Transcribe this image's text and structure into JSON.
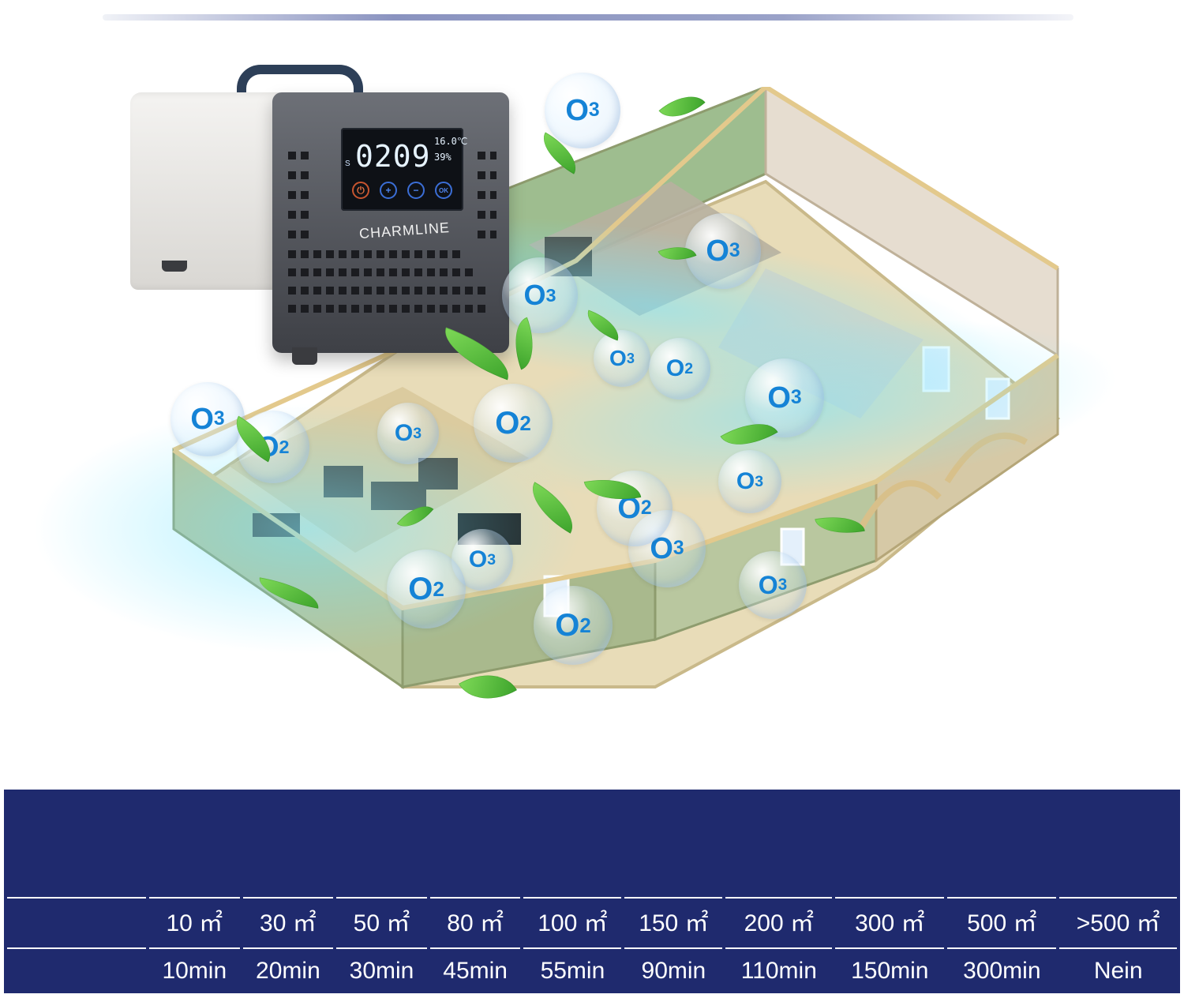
{
  "device": {
    "brand": "CHARMLINE",
    "display_main": "0209",
    "display_prefix": "S",
    "display_temp": "16.0℃",
    "display_humidity": "39%",
    "buttons": [
      "⏻",
      "+",
      "−",
      "OK"
    ]
  },
  "molecules": {
    "o3": "O",
    "o3_sub": "3",
    "o2": "O",
    "o2_sub": "2"
  },
  "table": {
    "corner_area": "",
    "corner_time": "",
    "areas": [
      "10 ㎡",
      "30 ㎡",
      "50 ㎡",
      "80 ㎡",
      "100 ㎡",
      "150 ㎡",
      "200 ㎡",
      "300 ㎡",
      "500 ㎡",
      ">500 ㎡"
    ],
    "durations": [
      "10min",
      "20min",
      "30min",
      "45min",
      "55min",
      "90min",
      "110min",
      "150min",
      "300min",
      "Nein"
    ]
  },
  "colors": {
    "table_bg": "#1f2a6e",
    "molecule_text": "#1583d6",
    "leaf": "#3da42c"
  }
}
